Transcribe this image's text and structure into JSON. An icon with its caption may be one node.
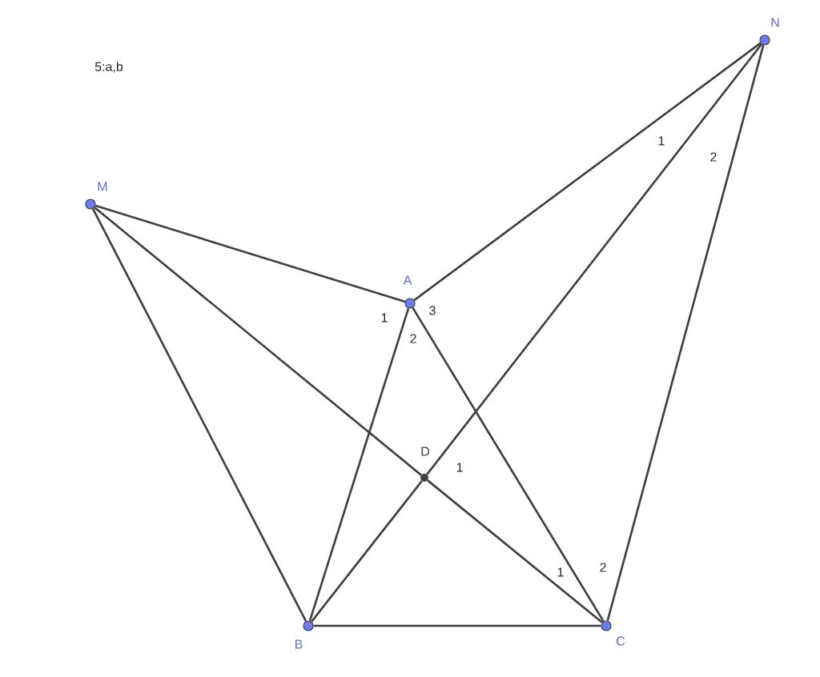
{
  "diagram": {
    "nodes": [
      {
        "text": [],
        "shape": "circle",
        "beside": [
          "M"
        ]
      },
      {
        "text": [],
        "shape": "circle",
        "beside": [
          "N"
        ]
      },
      {
        "text": [],
        "shape": "circle",
        "beside": [
          "A"
        ]
      },
      {
        "text": [],
        "shape": "circle",
        "beside": [
          "D"
        ]
      },
      {
        "text": [],
        "shape": "circle",
        "beside": [
          "B"
        ]
      },
      {
        "text": [],
        "shape": "circle",
        "beside": [
          "C"
        ]
      }
    ],
    "edges": [
      {
        "from": 0,
        "to": 2,
        "arrow": "none"
      },
      {
        "from": 2,
        "to": 1,
        "arrow": "none"
      },
      {
        "from": 0,
        "to": 4,
        "arrow": "none"
      },
      {
        "from": 0,
        "to": 3,
        "arrow": "none"
      },
      {
        "from": 3,
        "to": 5,
        "arrow": "none"
      },
      {
        "from": 1,
        "to": 3,
        "arrow": "none"
      },
      {
        "from": 3,
        "to": 4,
        "arrow": "none"
      },
      {
        "from": 2,
        "to": 4,
        "arrow": "none"
      },
      {
        "from": 2,
        "to": 5,
        "arrow": "none"
      },
      {
        "from": 1,
        "to": 5,
        "arrow": "none"
      },
      {
        "from": 4,
        "to": 5,
        "arrow": "none"
      }
    ],
    "labels": [
      "5:a,b",
      "1",
      "2",
      "3",
      "1",
      "2",
      "1",
      "2",
      "1"
    ]
  }
}
